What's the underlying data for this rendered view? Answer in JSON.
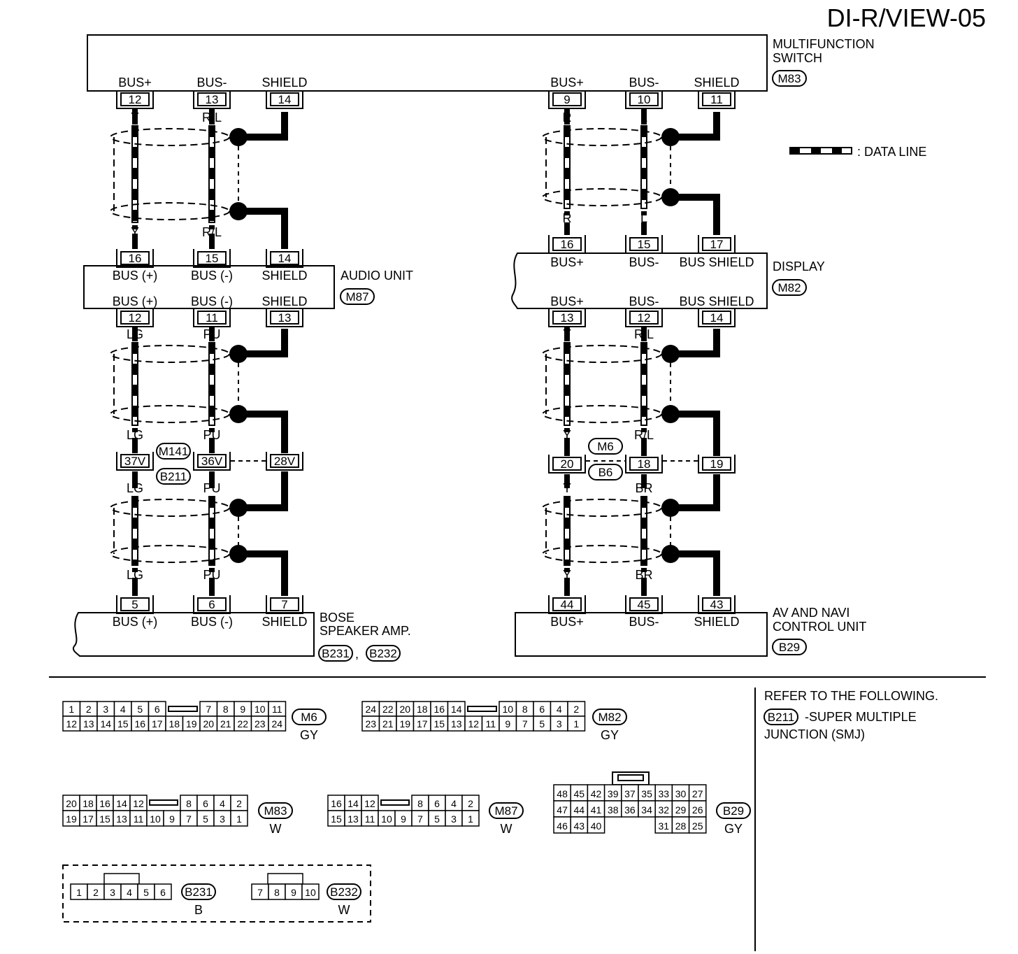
{
  "page_id": "DI-R/VIEW-05",
  "legend_data_line": ": DATA LINE",
  "components": {
    "multifunction_switch": {
      "name_line1": "MULTIFUNCTION",
      "name_line2": "SWITCH",
      "connector": "M83",
      "left_signals": [
        "BUS+",
        "BUS-",
        "SHIELD"
      ],
      "left_pins": [
        "12",
        "13",
        "14"
      ],
      "right_signals": [
        "BUS+",
        "BUS-",
        "SHIELD"
      ],
      "right_pins": [
        "9",
        "10",
        "11"
      ]
    },
    "audio_unit": {
      "name": "AUDIO UNIT",
      "connector": "M87",
      "top_signals": [
        "BUS (+)",
        "BUS (-)",
        "SHIELD"
      ],
      "top_pins": [
        "16",
        "15",
        "14"
      ],
      "bottom_signals": [
        "BUS (+)",
        "BUS (-)",
        "SHIELD"
      ],
      "bottom_pins": [
        "12",
        "11",
        "13"
      ]
    },
    "display": {
      "name": "DISPLAY",
      "connector": "M82",
      "top_signals": [
        "BUS+",
        "BUS-",
        "BUS SHIELD"
      ],
      "top_pins": [
        "16",
        "15",
        "17"
      ],
      "bottom_signals": [
        "BUS+",
        "BUS-",
        "BUS SHIELD"
      ],
      "bottom_pins": [
        "13",
        "12",
        "14"
      ]
    },
    "bose_amp": {
      "name_line1": "BOSE",
      "name_line2": "SPEAKER AMP.",
      "connector_a": "B231",
      "separator": ",",
      "connector_b": "B232",
      "signals": [
        "BUS (+)",
        "BUS (-)",
        "SHIELD"
      ],
      "pins": [
        "5",
        "6",
        "7"
      ]
    },
    "av_navi": {
      "name_line1": "AV AND NAVI",
      "name_line2": "CONTROL UNIT",
      "connector": "B29",
      "signals": [
        "BUS+",
        "BUS-",
        "SHIELD"
      ],
      "pins": [
        "44",
        "45",
        "43"
      ]
    }
  },
  "wires": {
    "left_upper": [
      "Y",
      "R/L"
    ],
    "left_middle": [
      "LG",
      "PU"
    ],
    "left_lower": [
      "LG",
      "PU"
    ],
    "right_upper": [
      "R",
      "L"
    ],
    "right_middle": [
      "Y",
      "R/L"
    ],
    "right_lower": [
      "Y",
      "BR"
    ]
  },
  "joint_left": {
    "pins": [
      "37V",
      "36V",
      "28V"
    ],
    "connector_top": "M141",
    "connector_bottom": "B211"
  },
  "joint_right": {
    "pins": [
      "20",
      "18",
      "19"
    ],
    "connector_top": "M6",
    "connector_bottom": "B6"
  },
  "connector_faces": {
    "M6": {
      "id": "M6",
      "color": "GY",
      "top": [
        "1",
        "2",
        "3",
        "4",
        "5",
        "6",
        "",
        "7",
        "8",
        "9",
        "10",
        "11"
      ],
      "bottom": [
        "12",
        "13",
        "14",
        "15",
        "16",
        "17",
        "18",
        "19",
        "20",
        "21",
        "22",
        "23",
        "24"
      ]
    },
    "M82": {
      "id": "M82",
      "color": "GY",
      "top": [
        "24",
        "22",
        "20",
        "18",
        "16",
        "14",
        "",
        "10",
        "8",
        "6",
        "4",
        "2"
      ],
      "bottom": [
        "23",
        "21",
        "19",
        "17",
        "15",
        "13",
        "12",
        "11",
        "9",
        "7",
        "5",
        "3",
        "1"
      ]
    },
    "M83": {
      "id": "M83",
      "color": "W",
      "top": [
        "20",
        "18",
        "16",
        "14",
        "12",
        "",
        "8",
        "6",
        "4",
        "2"
      ],
      "bottom": [
        "19",
        "17",
        "15",
        "13",
        "11",
        "10",
        "9",
        "7",
        "5",
        "3",
        "1"
      ]
    },
    "M87": {
      "id": "M87",
      "color": "W",
      "top": [
        "16",
        "14",
        "12",
        "",
        "8",
        "6",
        "4",
        "2"
      ],
      "bottom": [
        "15",
        "13",
        "11",
        "10",
        "9",
        "7",
        "5",
        "3",
        "1"
      ]
    },
    "B29": {
      "id": "B29",
      "color": "GY",
      "row1": [
        "48",
        "45",
        "42",
        "39",
        "37",
        "35",
        "33",
        "30",
        "27"
      ],
      "row2": [
        "47",
        "44",
        "41",
        "38",
        "36",
        "34",
        "32",
        "29",
        "26"
      ],
      "row3_left": [
        "46",
        "43",
        "40"
      ],
      "row3_right": [
        "31",
        "28",
        "25"
      ]
    },
    "B231": {
      "id": "B231",
      "color": "B",
      "cells": [
        "1",
        "2",
        "3",
        "4",
        "5",
        "6"
      ]
    },
    "B232": {
      "id": "B232",
      "color": "W",
      "cells": [
        "7",
        "8",
        "9",
        "10"
      ]
    }
  },
  "reference": {
    "line1": "REFER TO THE FOLLOWING.",
    "connector": "B211",
    "line2": "-SUPER MULTIPLE",
    "line3": "JUNCTION (SMJ)"
  }
}
